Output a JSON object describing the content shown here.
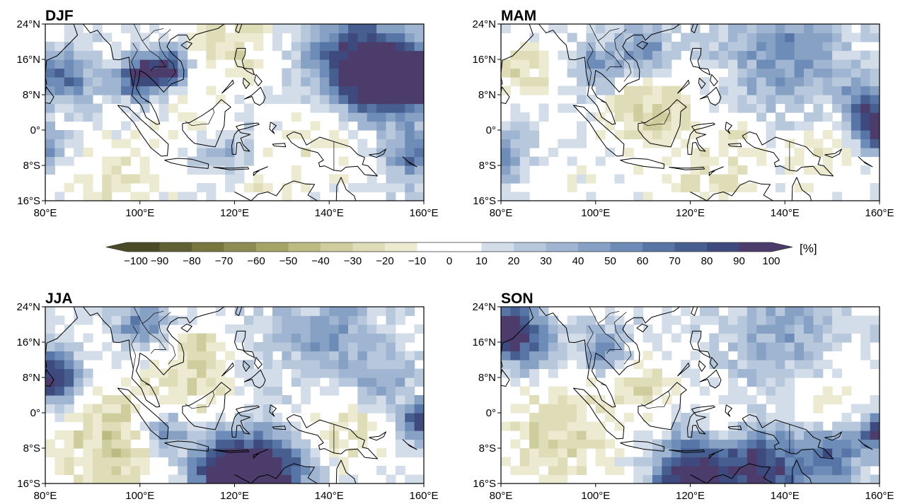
{
  "panels": [
    {
      "id": "djf",
      "title": "DJF"
    },
    {
      "id": "mam",
      "title": "MAM"
    },
    {
      "id": "jja",
      "title": "JJA"
    },
    {
      "id": "son",
      "title": "SON"
    }
  ],
  "lat_ticks": [
    "24°N",
    "16°N",
    "8°N",
    "0°",
    "8°S",
    "16°S"
  ],
  "lon_ticks": [
    "80°E",
    "100°E",
    "120°E",
    "140°E",
    "160°E"
  ],
  "colorbar": {
    "unit": "[%]",
    "labels": [
      "−100",
      "−90",
      "−80",
      "−70",
      "−60",
      "−50",
      "−40",
      "−30",
      "−20",
      "−10",
      "0",
      "10",
      "20",
      "30",
      "40",
      "50",
      "60",
      "70",
      "80",
      "90",
      "100"
    ],
    "colors": [
      "#4b4a26",
      "#616034",
      "#77763f",
      "#8e8c52",
      "#a5a467",
      "#bcbb82",
      "#cfcd9d",
      "#dfdcb8",
      "#ecead1",
      "#ffffff",
      "#ffffff",
      "#d3dde9",
      "#b8c8dc",
      "#9fb5d1",
      "#86a1c4",
      "#6d8cb7",
      "#5775a6",
      "#475e91",
      "#3e4a7d",
      "#4b3c6c"
    ]
  },
  "colors": {
    "land_outline": "#000000",
    "dark_purple": "#4b3c6c",
    "neg_tan": "#cfcd9d",
    "pos_blue": "#86a1c4"
  }
}
